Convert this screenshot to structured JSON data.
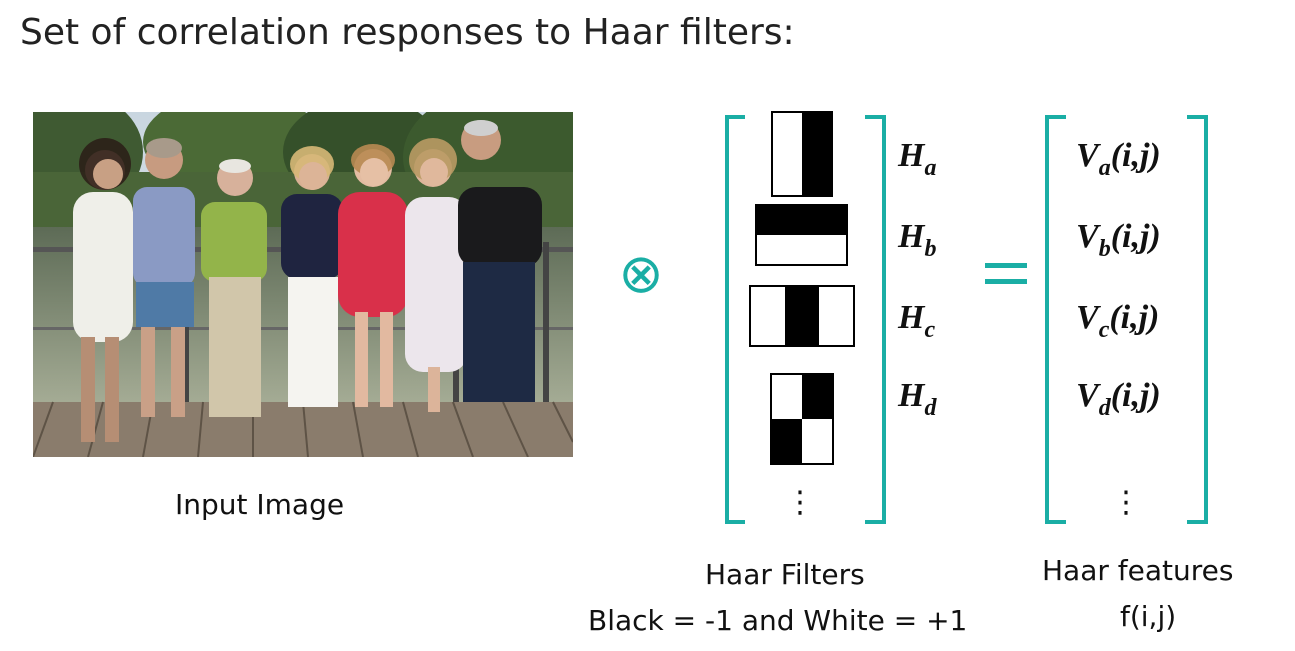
{
  "title": "Set of correlation responses to Haar filters:",
  "input": {
    "caption": "Input Image"
  },
  "operator_symbol": "⊗",
  "equals_symbol": "=",
  "filters": {
    "labels": [
      {
        "base": "H",
        "sub": "a"
      },
      {
        "base": "H",
        "sub": "b"
      },
      {
        "base": "H",
        "sub": "c"
      },
      {
        "base": "H",
        "sub": "d"
      }
    ],
    "ellipsis": "⋮",
    "caption_line1": "Haar Filters",
    "caption_line2": "Black = -1  and White = +1"
  },
  "features": {
    "items": [
      {
        "base": "V",
        "sub": "a",
        "arg": "(i,j)"
      },
      {
        "base": "V",
        "sub": "b",
        "arg": "(i,j)"
      },
      {
        "base": "V",
        "sub": "c",
        "arg": "(i,j)"
      },
      {
        "base": "V",
        "sub": "d",
        "arg": "(i,j)"
      }
    ],
    "ellipsis": "⋮",
    "caption_line1": "Haar features",
    "caption_line2": "f(i,j)"
  },
  "colors": {
    "accent": "#1aaea5",
    "black": "#000000",
    "white": "#ffffff"
  }
}
